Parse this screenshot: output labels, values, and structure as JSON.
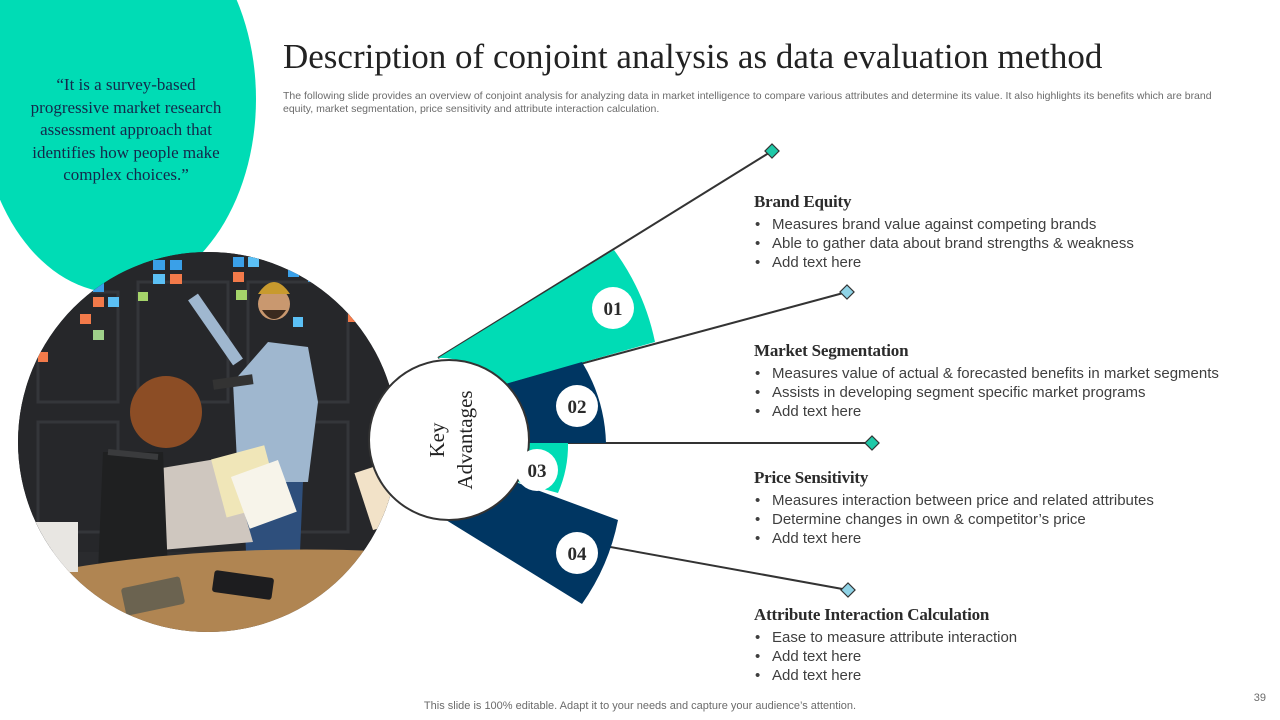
{
  "slide": {
    "title": "Description of conjoint analysis as data evaluation method",
    "subtitle": "The following slide provides an overview of conjoint analysis for analyzing data in market intelligence to compare various attributes and determine its value. It also highlights its benefits which are brand equity,  market segmentation, price sensitivity and attribute interaction calculation.",
    "quote": "“It is a survey-based progressive market research assessment approach that identifies how people make complex choices.”",
    "footer": "This slide is 100% editable. Adapt it to your needs and capture your audience’s attention.",
    "page_number": "39"
  },
  "diagram": {
    "hub_line1": "Key",
    "hub_line2": "Advantages",
    "segments": [
      {
        "number": "01",
        "color": "#00dcb5"
      },
      {
        "number": "02",
        "color": "#003662"
      },
      {
        "number": "03",
        "color": "#00dcb5"
      },
      {
        "number": "04",
        "color": "#003662"
      }
    ],
    "marker_colors": [
      "#1fc9a8",
      "#8fd3e6",
      "#1fc9a8",
      "#8fd3e6"
    ]
  },
  "advantages": [
    {
      "heading": "Brand Equity",
      "points": [
        "Measures brand value against competing brands",
        "Able to gather data about brand strengths & weakness",
        "Add text here"
      ]
    },
    {
      "heading": "Market Segmentation",
      "points": [
        "Measures value of actual & forecasted benefits in market segments",
        "Assists in developing segment specific market programs",
        "Add text here"
      ]
    },
    {
      "heading": "Price Sensitivity",
      "points": [
        "Measures interaction between price and related attributes",
        "Determine changes in own & competitor’s price",
        "Add text here"
      ]
    },
    {
      "heading": "Attribute Interaction Calculation",
      "points": [
        "Ease to measure attribute interaction",
        "Add text here",
        "Add text here"
      ]
    }
  ],
  "colors": {
    "accent_teal": "#00dcb5",
    "accent_navy": "#003662",
    "quote_text": "#13294b"
  }
}
